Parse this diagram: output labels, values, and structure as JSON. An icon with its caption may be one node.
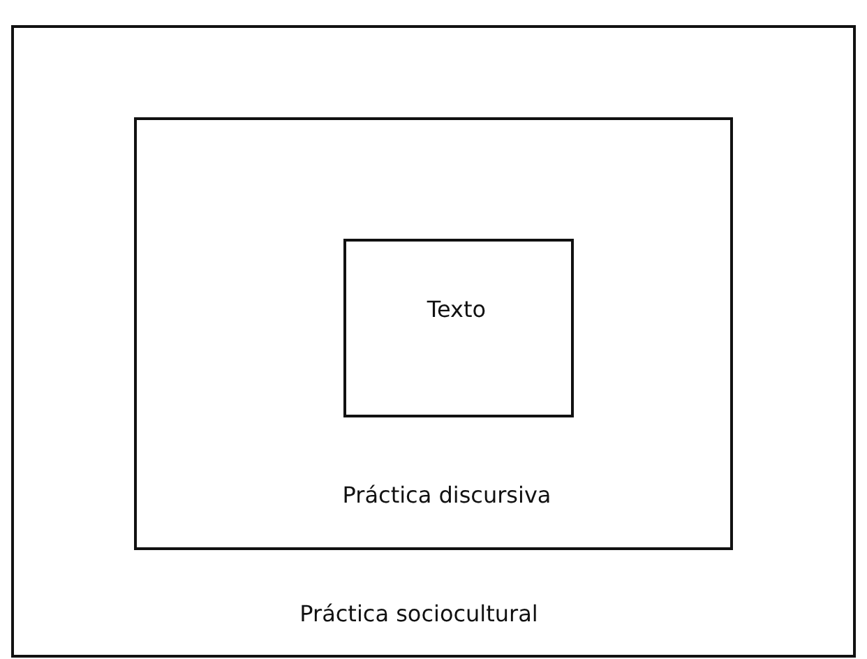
{
  "diagram": {
    "nodes": [
      {
        "text": [
          "Práctica sociocultural"
        ]
      },
      {
        "text": [
          "Práctica discursiva"
        ],
        "in": 0
      },
      {
        "text": [
          "Texto"
        ],
        "in": 1
      }
    ]
  }
}
